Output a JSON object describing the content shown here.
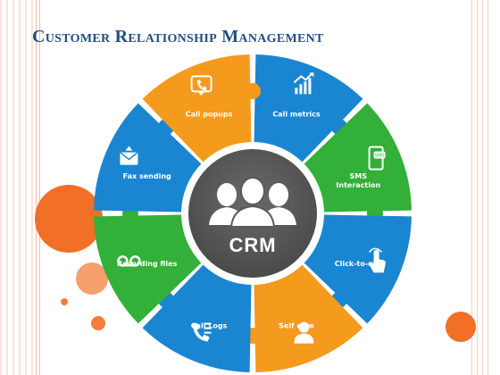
{
  "slide": {
    "title": "Customer Relationship Management",
    "title_color": "#1f4e86"
  },
  "diagram": {
    "center_label": "CRM",
    "center_color": "#5a5a5a",
    "segments": [
      {
        "label": "Call metrics",
        "color": "#1a86d1",
        "icon": "chart-icon"
      },
      {
        "label": "SMS Interaction",
        "color": "#32b039",
        "icon": "sms-phone-icon"
      },
      {
        "label": "Click-to-call",
        "color": "#1a86d1",
        "icon": "touch-icon"
      },
      {
        "label": "Self care",
        "color": "#f49a1c",
        "icon": "user-icon"
      },
      {
        "label": "Call Logs",
        "color": "#1a86d1",
        "icon": "call-log-icon"
      },
      {
        "label": "Recording files",
        "color": "#32b039",
        "icon": "voicemail-icon"
      },
      {
        "label": "Fax sending",
        "color": "#1a86d1",
        "icon": "fax-icon"
      },
      {
        "label": "Call popups",
        "color": "#f49a1c",
        "icon": "call-popup-icon"
      }
    ]
  },
  "decor": {
    "circle_color": "#f26f28",
    "stripe_color": "#f2b9a8"
  }
}
